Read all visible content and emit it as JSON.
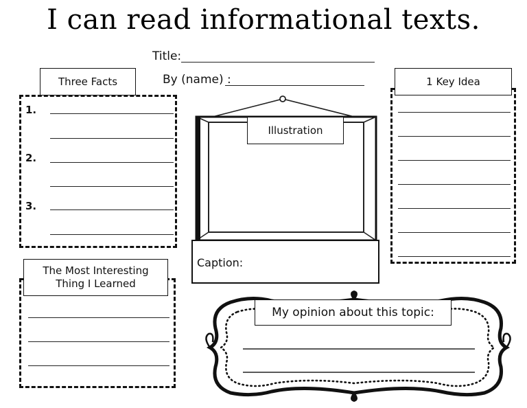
{
  "worksheet": {
    "heading": "I can read informational texts.",
    "title_label": "Title:",
    "by_label": "By (name) :"
  },
  "facts": {
    "label": "Three Facts",
    "numbers": [
      "1.",
      "2.",
      "3."
    ]
  },
  "illustration": {
    "label": "Illustration",
    "caption_label": "Caption:"
  },
  "key_idea": {
    "label": "1 Key Idea"
  },
  "interesting": {
    "label": "The Most Interesting Thing I Learned"
  },
  "opinion": {
    "label": "My opinion about this topic:"
  }
}
